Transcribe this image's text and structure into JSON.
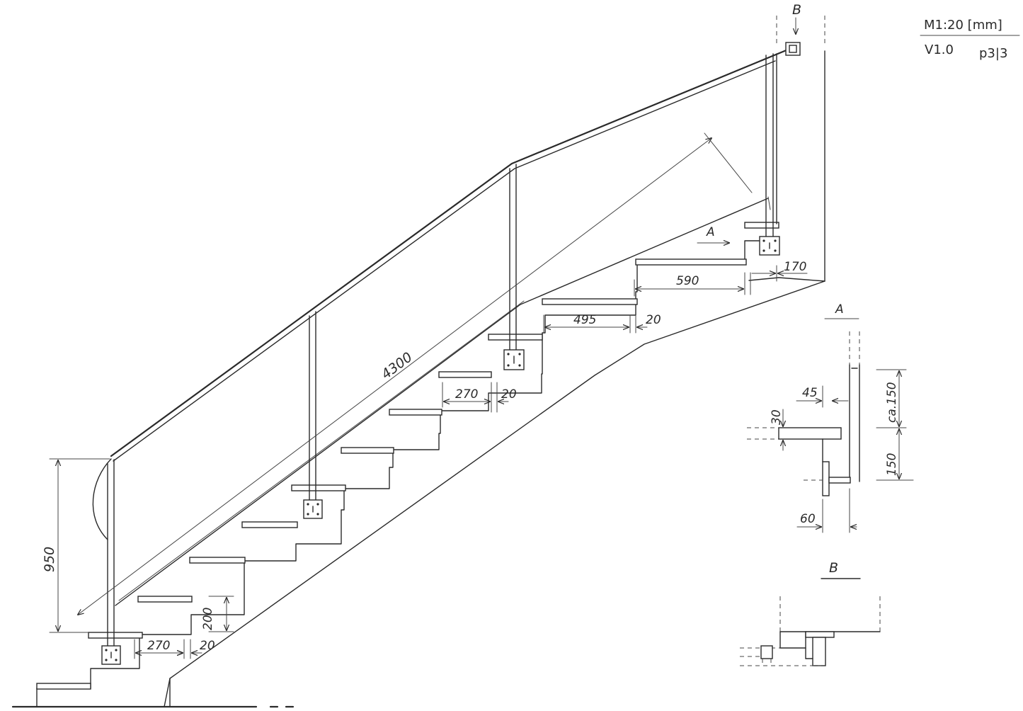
{
  "header": {
    "scale": "M1:20 [mm]",
    "version": "V1.0",
    "page": "p3|3"
  },
  "section_marks": {
    "b_top": "B",
    "a_view": "A",
    "a_section": "A",
    "b_section": "B"
  },
  "dimensions": {
    "total_length": "4300",
    "handrail_height": "950",
    "riser_height": "200",
    "tread_bottom": "270",
    "gap_bottom": "20",
    "tread_middle": "270",
    "gap_middle": "20",
    "landing_depth": "495",
    "gap_landing": "20",
    "top_step": "590",
    "top_offset": "170",
    "detail_45": "45",
    "detail_30": "30",
    "detail_ca150": "ca.150",
    "detail_150": "150",
    "detail_60": "60"
  }
}
